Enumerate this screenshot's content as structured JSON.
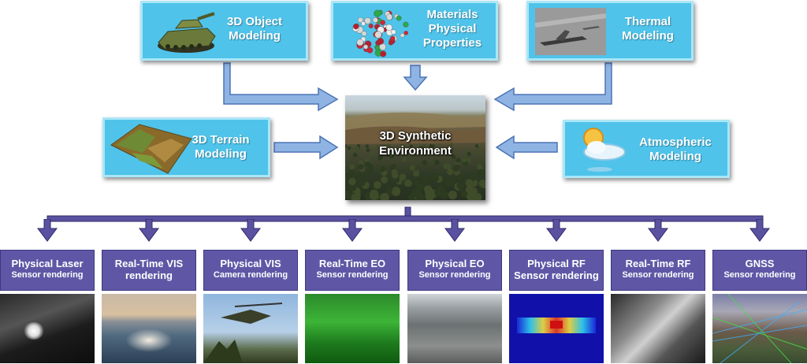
{
  "inputs": {
    "object_modeling": [
      "3D Object",
      "Modeling"
    ],
    "materials": [
      "Materials",
      "Physical",
      "Properties"
    ],
    "thermal": [
      "Thermal",
      "Modeling"
    ],
    "terrain": [
      "3D Terrain",
      "Modeling"
    ],
    "atmospheric": [
      "Atmospheric",
      "Modeling"
    ]
  },
  "center": [
    "3D Synthetic",
    "Environment"
  ],
  "outputs": [
    {
      "l1": "Physical Laser",
      "l2": "Sensor rendering",
      "l2_bold_small": true
    },
    {
      "l1": "Real-Time VIS",
      "l2": "rendering",
      "l2_bold_small": false
    },
    {
      "l1": "Physical VIS",
      "l2": "Camera rendering",
      "l2_bold_small": true
    },
    {
      "l1": "Real-Time EO",
      "l2": "Sensor rendering",
      "l2_bold_small": true
    },
    {
      "l1": "Physical EO",
      "l2": "Sensor rendering",
      "l2_bold_small": true
    },
    {
      "l1": "Physical RF",
      "l2": "Sensor rendering",
      "l2_bold_small": false
    },
    {
      "l1": "Real-Time RF",
      "l2": "Sensor rendering",
      "l2_bold_small": true
    },
    {
      "l1": "GNSS",
      "l2": "Sensor rendering",
      "l2_bold_small": true
    }
  ],
  "colors": {
    "input_box": "#4fc3ea",
    "arrow_fill": "#8fb4e3",
    "arrow_stroke": "#4c74b5",
    "output_header": "#5f57a6",
    "connector": "#3b3480"
  }
}
